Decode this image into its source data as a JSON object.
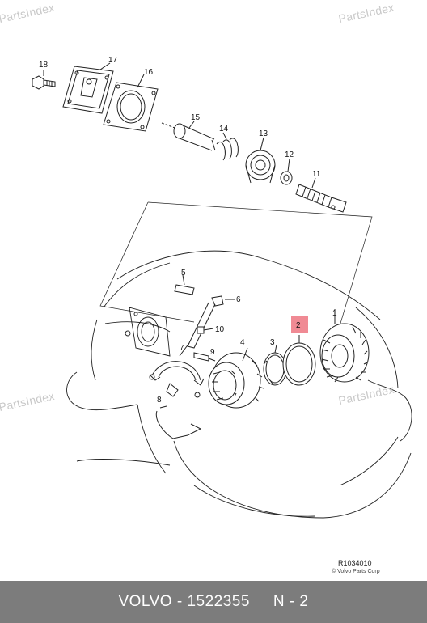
{
  "watermarks": {
    "top_left": "PartsIndex",
    "top_right": "PartsIndex",
    "mid_left": "PartsIndex",
    "mid_right": "PartsIndex"
  },
  "callouts": {
    "c1": "1",
    "c2": "2",
    "c3": "3",
    "c4": "4",
    "c5": "5",
    "c6": "6",
    "c7": "7",
    "c8": "8",
    "c9": "9",
    "c10": "10",
    "c11": "11",
    "c12": "12",
    "c13": "13",
    "c14": "14",
    "c15": "15",
    "c16": "16",
    "c17": "17",
    "c18": "18"
  },
  "highlight_color": "#f08a94",
  "figure_ref": "R1034010",
  "copyright": "© Volvo Parts Corp",
  "footer": {
    "brand": "VOLVO",
    "part_number": "1522355",
    "position": "N - 2"
  }
}
